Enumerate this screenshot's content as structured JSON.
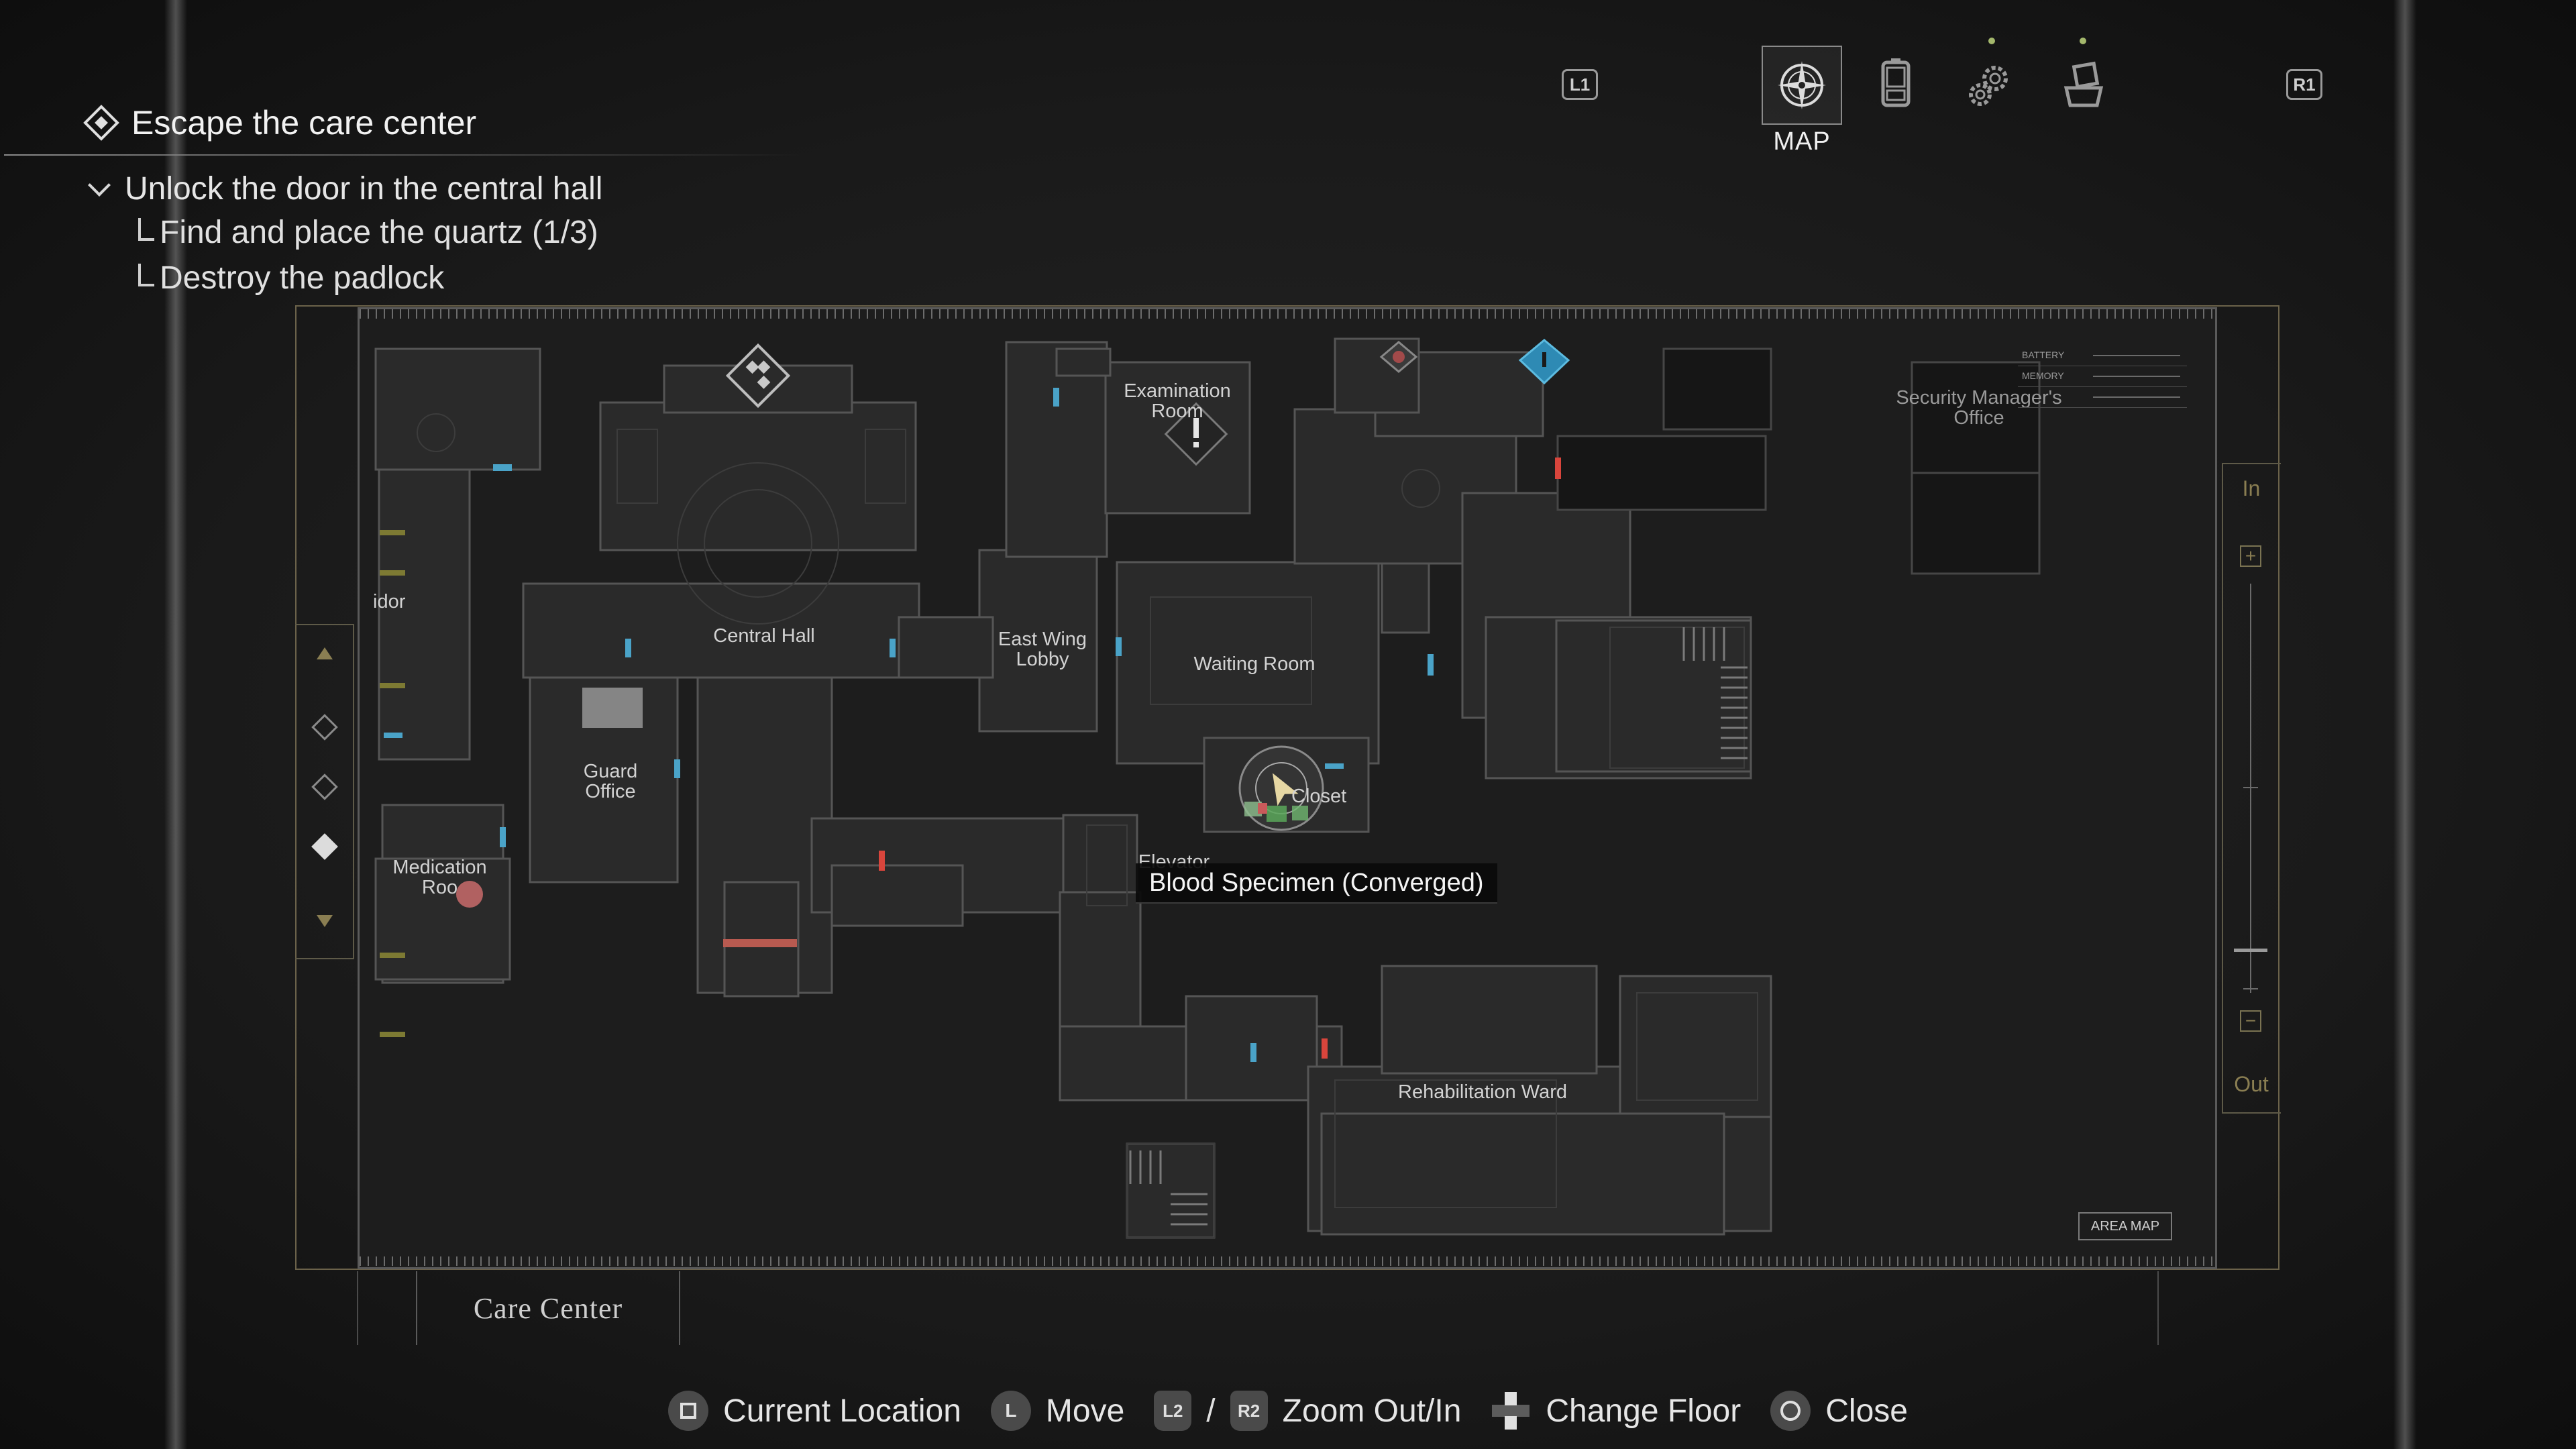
{
  "objectives": {
    "main": "Escape the care center",
    "sub": "Unlock the door in the central hall",
    "steps": [
      "Find and place the quartz (1/3)",
      "Destroy the padlock"
    ]
  },
  "nav": {
    "left_shoulder": "L1",
    "right_shoulder": "R1",
    "active_tab": "MAP",
    "tabs": [
      {
        "id": "map",
        "icon": "compass-icon"
      },
      {
        "id": "files",
        "icon": "files-icon"
      },
      {
        "id": "gear",
        "icon": "gear-icon"
      },
      {
        "id": "inventory",
        "icon": "inventory-icon"
      }
    ]
  },
  "map": {
    "rooms": {
      "examination_room": "Examination\nRoom",
      "security_office": "Security Manager's\nOffice",
      "corridor": "idor",
      "central_hall": "Central Hall",
      "east_wing_lobby": "East Wing\nLobby",
      "waiting_room": "Waiting Room",
      "guard_office": "Guard\nOffice",
      "closet": "Closet",
      "medication_room": "Medication\nRoo",
      "elevator": "Elevator",
      "rehabilitation_ward": "Rehabilitation Ward"
    },
    "tooltip": "Blood Specimen (Converged)",
    "status": {
      "battery_label": "BATTERY",
      "memory_label": "MEMORY"
    },
    "area_map_badge": "AREA MAP",
    "zoom_in": "In",
    "zoom_out": "Out",
    "area_name": "Care Center",
    "colors": {
      "unlocked_door": "#4aa3c8",
      "locked_door": "#d9453c",
      "frame_accent": "#8a7e52"
    }
  },
  "controls": {
    "current_location": "Current Location",
    "move": "Move",
    "zoom_left_trigger": "L2",
    "zoom_right_trigger": "R2",
    "zoom_separator": "/",
    "zoom": "Zoom Out/In",
    "change_floor": "Change Floor",
    "close": "Close",
    "move_stick": "L"
  }
}
